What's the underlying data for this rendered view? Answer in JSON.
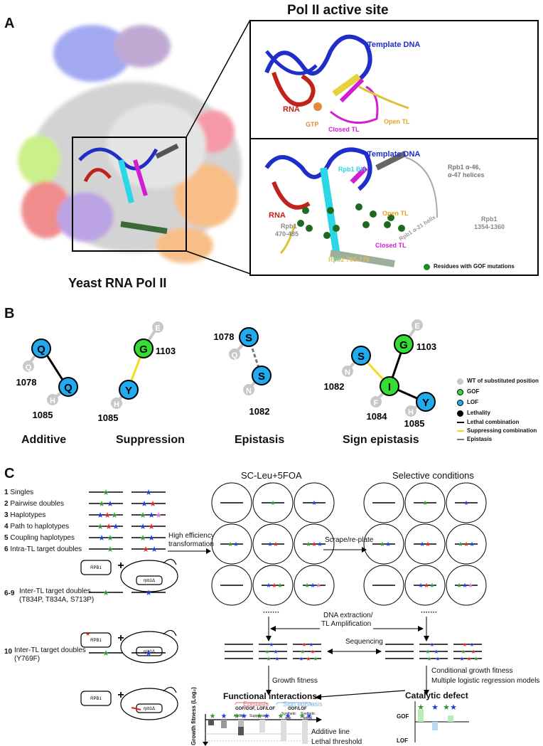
{
  "panel_a": {
    "letter": "A",
    "title": "Pol II active site",
    "structure_label": "Yeast RNA Pol II",
    "top_inset": {
      "template_dna": "Template DNA",
      "rna": "RNA",
      "gtp": "GTP",
      "closed_tl": "Closed TL",
      "open_tl": "Open TL"
    },
    "bottom_inset": {
      "template_dna": "Template DNA",
      "rpb1_bh": "Rpb1 BH",
      "rpb1_helices_1": "Rpb1 α-46,",
      "rpb1_helices_2": "α-47 helices",
      "rna": "RNA",
      "rpb1_470_1": "Rpb1",
      "rpb1_470_2": "470-485",
      "open_tl": "Open TL",
      "rpb1_1354_1": "Rpb1",
      "rpb1_1354_2": "1354-1360",
      "closed_tl": "Closed TL",
      "rpb2": "Rpb2 755-770",
      "rpb1_a21": "Rpb1 α-21 helix",
      "legend": "Residues with GOF mutations"
    }
  },
  "panel_b": {
    "letter": "B",
    "examples": [
      {
        "title": "Additive"
      },
      {
        "title": "Suppression"
      },
      {
        "title": "Epistasis"
      },
      {
        "title": "Sign epistasis"
      }
    ],
    "nodes": {
      "a_q": "Q",
      "a_1078": "1078",
      "a_q2": "Q",
      "a_h": "H",
      "a_1085": "1085",
      "s_g": "G",
      "s_e": "E",
      "s_1103": "1103",
      "s_y": "Y",
      "s_h": "H",
      "s_1085": "1085",
      "e_1078": "1078",
      "e_s1": "S",
      "e_q": "Q",
      "e_s2": "S",
      "e_n": "N",
      "e_1082": "1082",
      "g_g": "G",
      "g_e": "E",
      "g_1103": "1103",
      "g_s": "S",
      "g_n": "N",
      "g_1082": "1082",
      "g_i": "I",
      "g_f": "F",
      "g_1084": "1084",
      "g_y": "Y",
      "g_h": "H",
      "g_1085": "1085"
    },
    "legend": [
      "WT of substituted position",
      "GOF",
      "LOF",
      "Lethality",
      "Lethal combination",
      "Suppressing combination",
      "Epistasis"
    ],
    "colors": {
      "wt": "#c8c8c8",
      "gof": "#33dd33",
      "lof": "#22aaee",
      "lethal": "#000000",
      "suppress": "#f2dd1a",
      "epistasis": "#777777"
    }
  },
  "panel_c": {
    "letter": "C",
    "libraries": [
      {
        "num": "1",
        "label": "Singles"
      },
      {
        "num": "2",
        "label": "Pairwise doubles"
      },
      {
        "num": "3",
        "label": "Haplotypes"
      },
      {
        "num": "4",
        "label": "Path to haplotypes"
      },
      {
        "num": "5",
        "label": "Coupling haplotypes"
      },
      {
        "num": "6",
        "label": "Intra-TL target doubles"
      }
    ],
    "lib69_num": "6-9",
    "lib69_line1": "Inter-TL target doubles",
    "lib69_line2": "(T834P, T834A, S713P)",
    "lib10_num": "10",
    "lib10_line1": "Inter-TL target doubles",
    "lib10_line2": "(Y769F)",
    "plus": "+",
    "rpb1": "RPB1",
    "rpb1_delta": "rpb1Δ",
    "transformation_1": "High efficiency",
    "transformation_2": "transformation",
    "plate1_title": "SC-Leu+5FOA",
    "plate2_title": "Selective conditions",
    "scrape": "Scrape/re-plate",
    "dots": "·······",
    "dna_extraction_1": "DNA extraction/",
    "dna_extraction_2": "TL Amplification",
    "sequencing": "Sequencing",
    "growth_fitness": "Growth fitness",
    "conditional_fitness": "Conditional growth fitness",
    "logistic": "Multiple logistic regression models",
    "functional_title": "Functional interactions",
    "epistasis_label": "Epistasis",
    "sign_epistasis_label": "Sign epistasis",
    "gofgof_loflof": "GOF/GOF, LOF/LOF",
    "goflof": "GOF/LOF",
    "cat_additive": "Additive",
    "cat_suppression": "Suppression",
    "cat_synthetic_sick_1": "Synthetic",
    "cat_synthetic_sick_2": "sick",
    "cat_synthetic_lethal_1": "Synthetic",
    "cat_synthetic_lethal_2": "lethal",
    "additive_line": "Additive line",
    "lethal_threshold": "Lethal threshold",
    "y_axis": "Growth fitness",
    "y_axis_unit": "(Log₂)",
    "catalytic_title": "Catalytic defect",
    "gof": "GOF",
    "lof": "LOF",
    "colors": {
      "green_star": "#2a9a2a",
      "blue_star": "#1a3fd8",
      "red_star": "#e0241b",
      "pink_star": "#e66ad8",
      "epi_red": "#e36b6b",
      "epi_blue": "#7fb0e0"
    }
  }
}
